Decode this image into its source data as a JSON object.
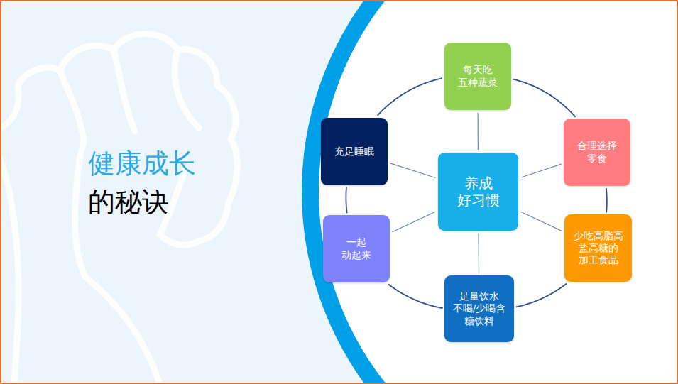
{
  "diagram": {
    "title": "健康成长",
    "nodes": [
      {
        "text": [
          "养成 好习惯"
        ]
      },
      {
        "text": [
          "每天吃 五种蔬菜"
        ]
      },
      {
        "text": [
          "合理选择 零食"
        ]
      },
      {
        "text": [
          "少吃高脂高 盐高糖的 加工食品"
        ]
      },
      {
        "text": [
          "足量饮水 不喝/少喝含 糖饮料"
        ]
      },
      {
        "text": [
          "一起 动起来"
        ]
      },
      {
        "text": [
          "充足睡眠"
        ]
      }
    ],
    "edges": [
      {
        "from": 0,
        "to": 1,
        "arrow": "none"
      },
      {
        "from": 0,
        "to": 2,
        "arrow": "none"
      },
      {
        "from": 0,
        "to": 3,
        "arrow": "none"
      },
      {
        "from": 0,
        "to": 4,
        "arrow": "none"
      },
      {
        "from": 0,
        "to": 5,
        "arrow": "none"
      },
      {
        "from": 0,
        "to": 6,
        "arrow": "none"
      },
      {
        "from": 1,
        "to": 2,
        "arrow": "none"
      },
      {
        "from": 2,
        "to": 3,
        "arrow": "none"
      },
      {
        "from": 3,
        "to": 4,
        "arrow": "none"
      },
      {
        "from": 4,
        "to": 5,
        "arrow": "none"
      },
      {
        "from": 5,
        "to": 6,
        "arrow": "none"
      },
      {
        "from": 6,
        "to": 1,
        "arrow": "none"
      }
    ],
    "labels": [
      "的秘诀"
    ]
  }
}
